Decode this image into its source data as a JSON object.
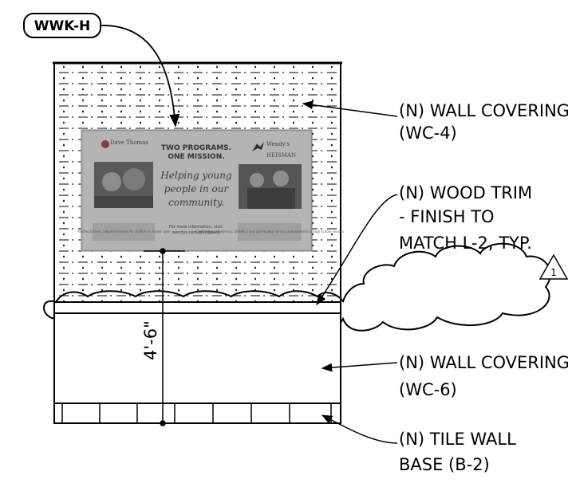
{
  "tag": {
    "label": "WWK-H"
  },
  "notes": {
    "wc4_line1": "(N) WALL COVERING",
    "wc4_line2": "(WC-4)",
    "trim_line1": "(N) WOOD TRIM",
    "trim_line2": "- FINISH TO",
    "trim_line3": "MATCH L-2, TYP.",
    "wc6_line1": "(N) WALL COVERING",
    "wc6_line2": "(WC-6)",
    "base_line1": "(N) TILE WALL",
    "base_line2": "BASE (B-2)"
  },
  "dimension": {
    "height": "4'-6\""
  },
  "revision": {
    "number": "1"
  },
  "poster": {
    "left_logo": "Dave Thomas",
    "headline_1": "TWO PROGRAMS.",
    "headline_2": "ONE MISSION.",
    "script_1": "Helping young",
    "script_2": "people in our",
    "script_3": "community.",
    "info_1": "For more information, visit:",
    "info_2": "wendys.com/givingback",
    "right_logo": "Wendy's",
    "right_logo_2": "HEISMAN",
    "caption_left": "Finding forever adoptive homes for children in foster care",
    "caption_right": "Celebrating academics, athletics and community service achievement in high school seniors"
  }
}
